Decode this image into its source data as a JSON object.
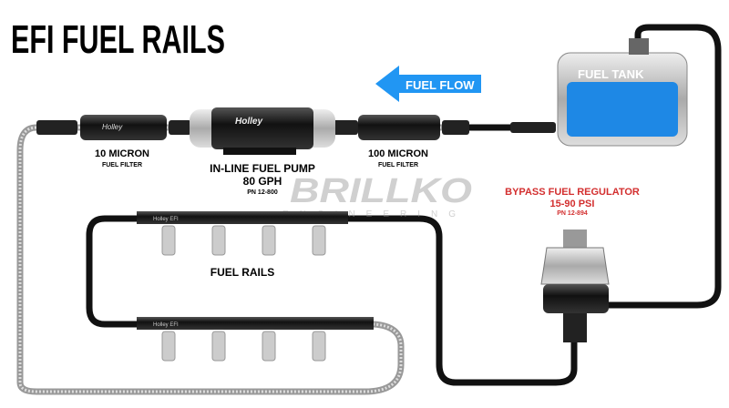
{
  "title": "EFI FUEL RAILS",
  "flow_label": "FUEL FLOW",
  "tank_label": "FUEL TANK",
  "filter_left": {
    "title": "10 MICRON",
    "sub": "FUEL FILTER",
    "brand": "Holley"
  },
  "pump": {
    "title": "IN-LINE FUEL PUMP",
    "rate": "80 GPH",
    "pn": "PN 12-800",
    "brand": "Holley"
  },
  "filter_right": {
    "title": "100 MICRON",
    "sub": "FUEL FILTER"
  },
  "regulator": {
    "title": "BYPASS FUEL REGULATOR",
    "range": "15-90 PSI",
    "pn": "PN 12-894"
  },
  "rails_label": "FUEL RAILS",
  "rail_brand": "Holley EFI",
  "watermark": {
    "name": "BRILLKO",
    "sub": "ENGINEERING"
  },
  "colors": {
    "flow": "#2196f3",
    "tank_fuel": "#1e88e5",
    "regulator_text": "#d32f2f"
  }
}
